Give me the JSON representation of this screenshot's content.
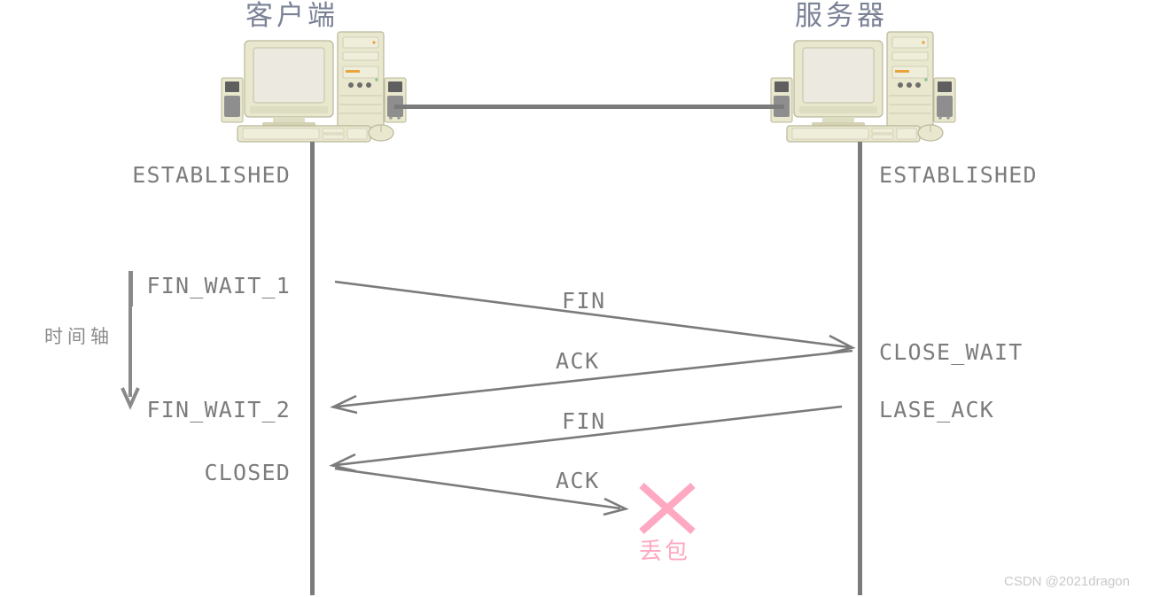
{
  "diagram": {
    "title_client": "客户端",
    "title_server": "服务器",
    "time_axis_label": "时间轴",
    "drop_label": "丢包",
    "watermark": "CSDN @2021dragon"
  },
  "client_states": [
    {
      "label": "ESTABLISHED"
    },
    {
      "label": "FIN_WAIT_1"
    },
    {
      "label": "FIN_WAIT_2"
    },
    {
      "label": "CLOSED"
    }
  ],
  "server_states": [
    {
      "label": "ESTABLISHED"
    },
    {
      "label": "CLOSE_WAIT"
    },
    {
      "label": "LASE_ACK"
    }
  ],
  "messages": [
    {
      "label": "FIN",
      "direction": "client-to-server",
      "delivered": true
    },
    {
      "label": "ACK",
      "direction": "server-to-client",
      "delivered": true
    },
    {
      "label": "FIN",
      "direction": "server-to-client",
      "delivered": true
    },
    {
      "label": "ACK",
      "direction": "client-to-server",
      "delivered": false
    }
  ],
  "colors": {
    "line": "#7b7b7b",
    "text": "#7c7c7c",
    "title": "#7b8296",
    "drop": "#ffa8c1",
    "watermark": "#c9c9c9",
    "case_body": "#e9e8ce",
    "case_shade": "#d6d4b4",
    "screen": "#eceae0",
    "speaker": "#8a8a8a"
  }
}
